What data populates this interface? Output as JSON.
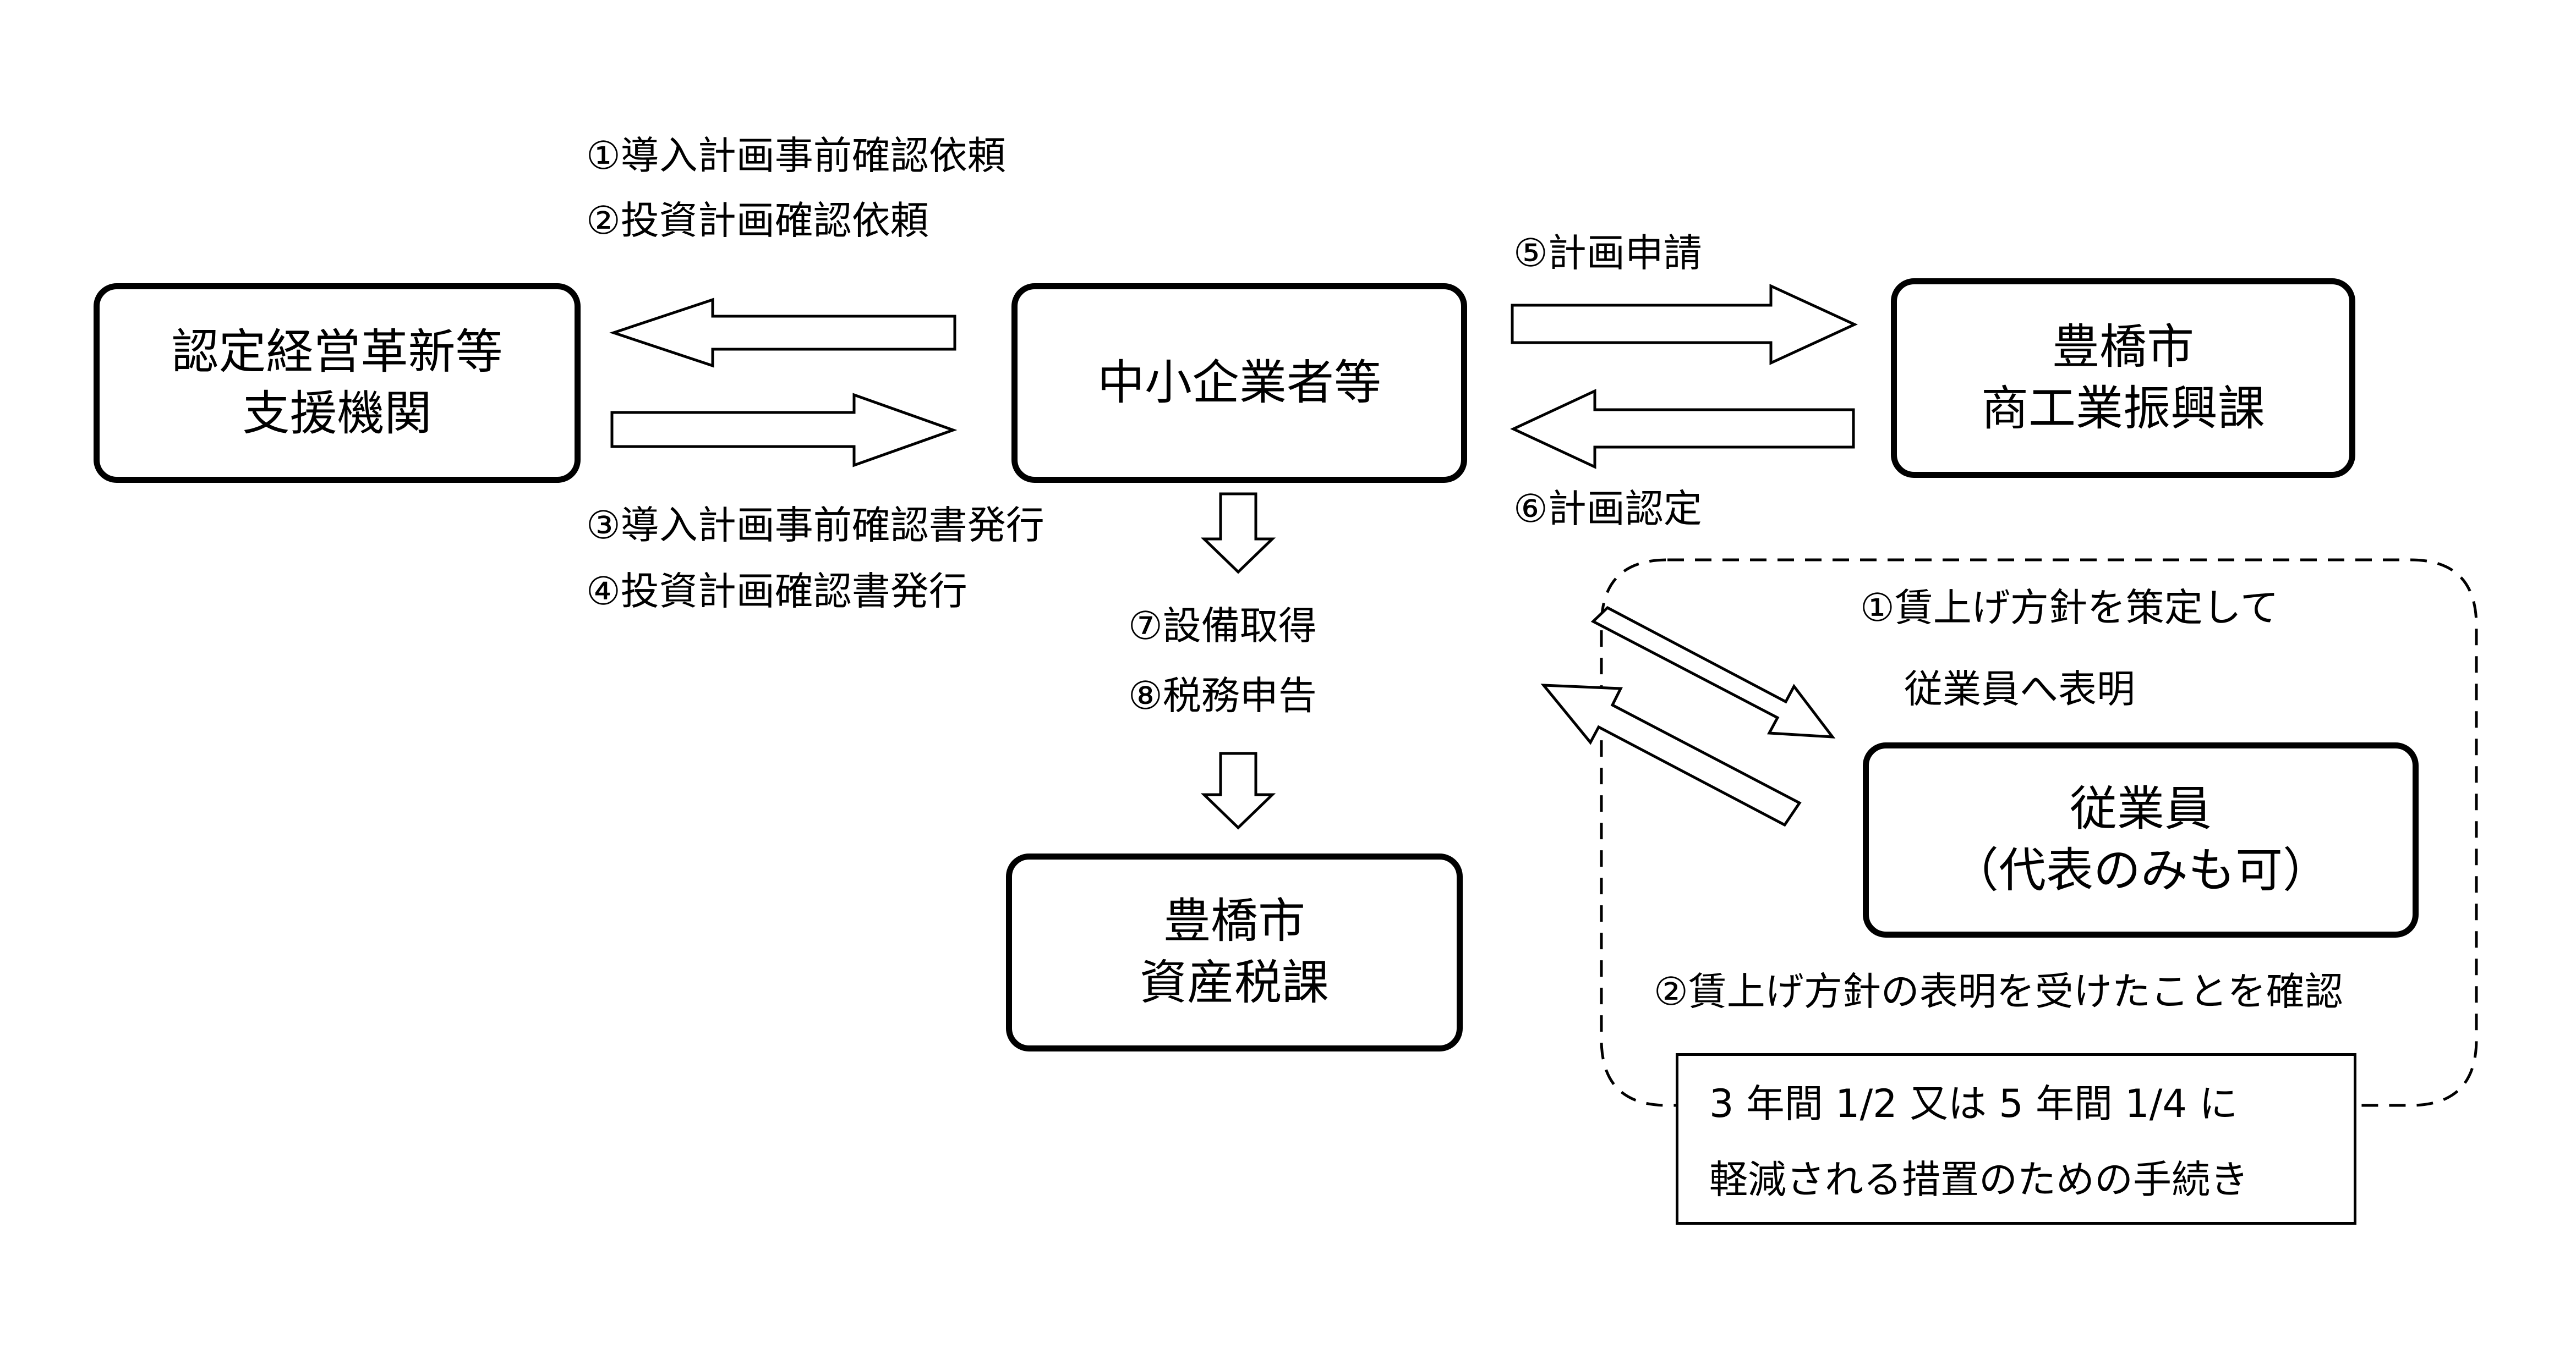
{
  "nodes": {
    "shien": [
      "認定経営革新等",
      "支援機関"
    ],
    "chusho": "中小企業者等",
    "shoko": [
      "豊橋市",
      "商工業振興課"
    ],
    "shisan": [
      "豊橋市",
      "資産税課"
    ],
    "jugyoin": [
      "従業員",
      "（代表のみも可）"
    ]
  },
  "labels": {
    "step1_request": "①導入計画事前確認依頼",
    "step2_request": "②投資計画確認依頼",
    "step3_issue": "③導入計画事前確認書発行",
    "step4_issue": "④投資計画確認書発行",
    "step5_apply": "⑤計画申請",
    "step6_approve": "⑥計画認定",
    "step7_equipment": "⑦設備取得",
    "step8_tax": "⑧税務申告",
    "wage_step1_line1": "①賃上げ方針を策定して",
    "wage_step1_line2": "従業員へ表明",
    "wage_step2": "②賃上げ方針の表明を受けたことを確認"
  },
  "note": {
    "line1": "3 年間 1/2 又は 5 年間 1/4 に",
    "line2": "軽減される措置のための手続き"
  }
}
